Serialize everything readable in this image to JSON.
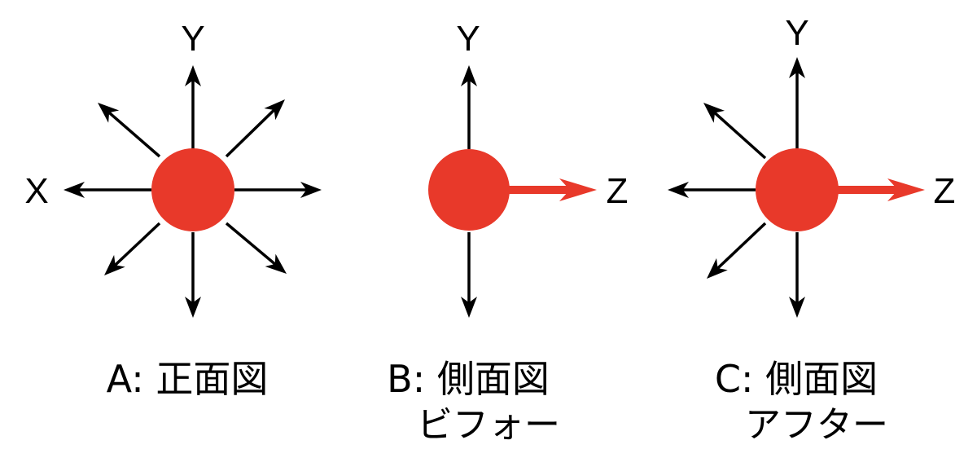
{
  "colors": {
    "ball": "#e8392a",
    "arrow": "#000000",
    "highlight_arrow": "#e8392a"
  },
  "panels": [
    {
      "id": "A",
      "axis_labels": {
        "top": "Y",
        "left": "X",
        "right": ""
      },
      "caption": {
        "line1": "A: 正面図",
        "line2": ""
      }
    },
    {
      "id": "B",
      "axis_labels": {
        "top": "Y",
        "left": "",
        "right": "Z"
      },
      "caption": {
        "line1": "B: 側面図",
        "line2": "ビフォー"
      }
    },
    {
      "id": "C",
      "axis_labels": {
        "top": "Y",
        "left": "",
        "right": "Z"
      },
      "caption": {
        "line1": "C: 側面図",
        "line2": "アフター"
      }
    }
  ]
}
